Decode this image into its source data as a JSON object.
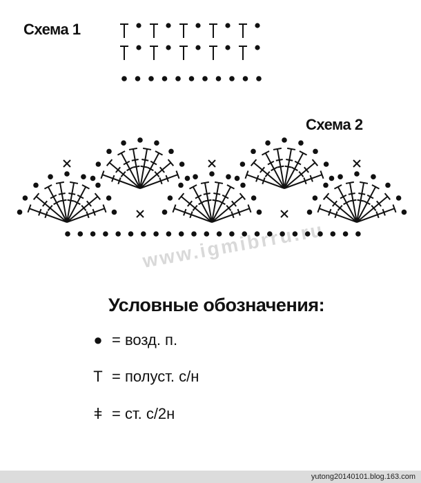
{
  "diagram": {
    "schema1_title": "Схема 1",
    "schema2_title": "Схема 2"
  },
  "legend": {
    "title": "Условные обозначения:",
    "items": [
      {
        "symbol": "●",
        "text": "= возд. п."
      },
      {
        "symbol": "T",
        "text": "= полуст. с/н"
      },
      {
        "symbol": "ǂ",
        "text": "= ст. с/2н"
      }
    ]
  },
  "watermark": "www.igmibrru.ru",
  "footer": "yutong20140101.blog.163.com"
}
